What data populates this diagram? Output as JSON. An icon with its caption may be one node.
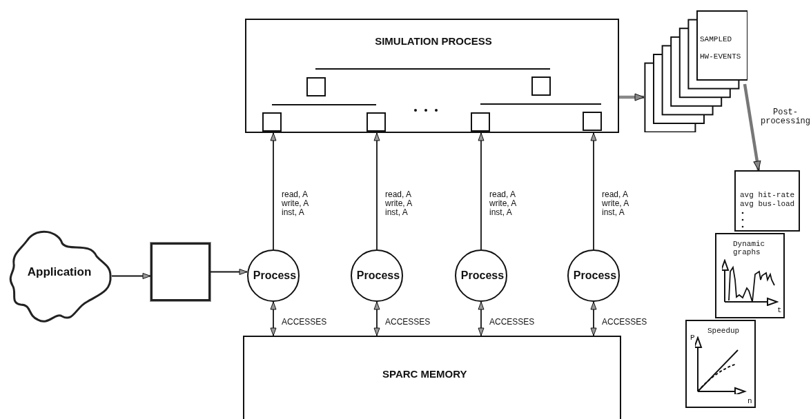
{
  "diagram": {
    "nodes": [
      {
        "text": [
          "SIMULATION PROCESS"
        ]
      },
      {
        "text": [
          "SAMPLED HW-EVENTS"
        ]
      },
      {
        "text": [
          "Application"
        ]
      },
      {
        "text": [],
        "shape": "box"
      },
      {
        "text": [
          "Process"
        ]
      },
      {
        "text": [
          "Process"
        ]
      },
      {
        "text": [
          "Process"
        ]
      },
      {
        "text": [
          "Process"
        ]
      },
      {
        "text": [
          "avg hit-rate avg bus-load"
        ]
      },
      {
        "text": [
          "Dynamic graphs",
          "t"
        ]
      },
      {
        "text": [
          "Speedup",
          "P",
          "n"
        ]
      },
      {
        "text": [
          "SPARC MEMORY"
        ]
      }
    ],
    "edges": [
      {
        "from": 2,
        "to": 3,
        "arrow": "to"
      },
      {
        "from": 3,
        "to": 4,
        "arrow": "to"
      },
      {
        "from": 4,
        "to": 0,
        "arrow": "to",
        "label": "read, A write, A inst, A"
      },
      {
        "from": 5,
        "to": 0,
        "arrow": "to",
        "label": "read, A write, A inst, A"
      },
      {
        "from": 6,
        "to": 0,
        "arrow": "to",
        "label": "read, A write, A inst, A"
      },
      {
        "from": 7,
        "to": 0,
        "arrow": "to",
        "label": "read, A write, A inst, A"
      },
      {
        "from": 4,
        "to": 11,
        "arrow": "both",
        "label": "ACCESSES"
      },
      {
        "from": 5,
        "to": 11,
        "arrow": "both",
        "label": "ACCESSES"
      },
      {
        "from": 6,
        "to": 11,
        "arrow": "both",
        "label": "ACCESSES"
      },
      {
        "from": 7,
        "to": 11,
        "arrow": "both",
        "label": "ACCESSES"
      },
      {
        "from": 0,
        "to": 1,
        "arrow": "to",
        "style": "thick",
        "color": "#888888"
      },
      {
        "from": 1,
        "to": 8,
        "arrow": "to",
        "style": "thick",
        "color": "#777777",
        "label": "Post- processing"
      }
    ]
  }
}
